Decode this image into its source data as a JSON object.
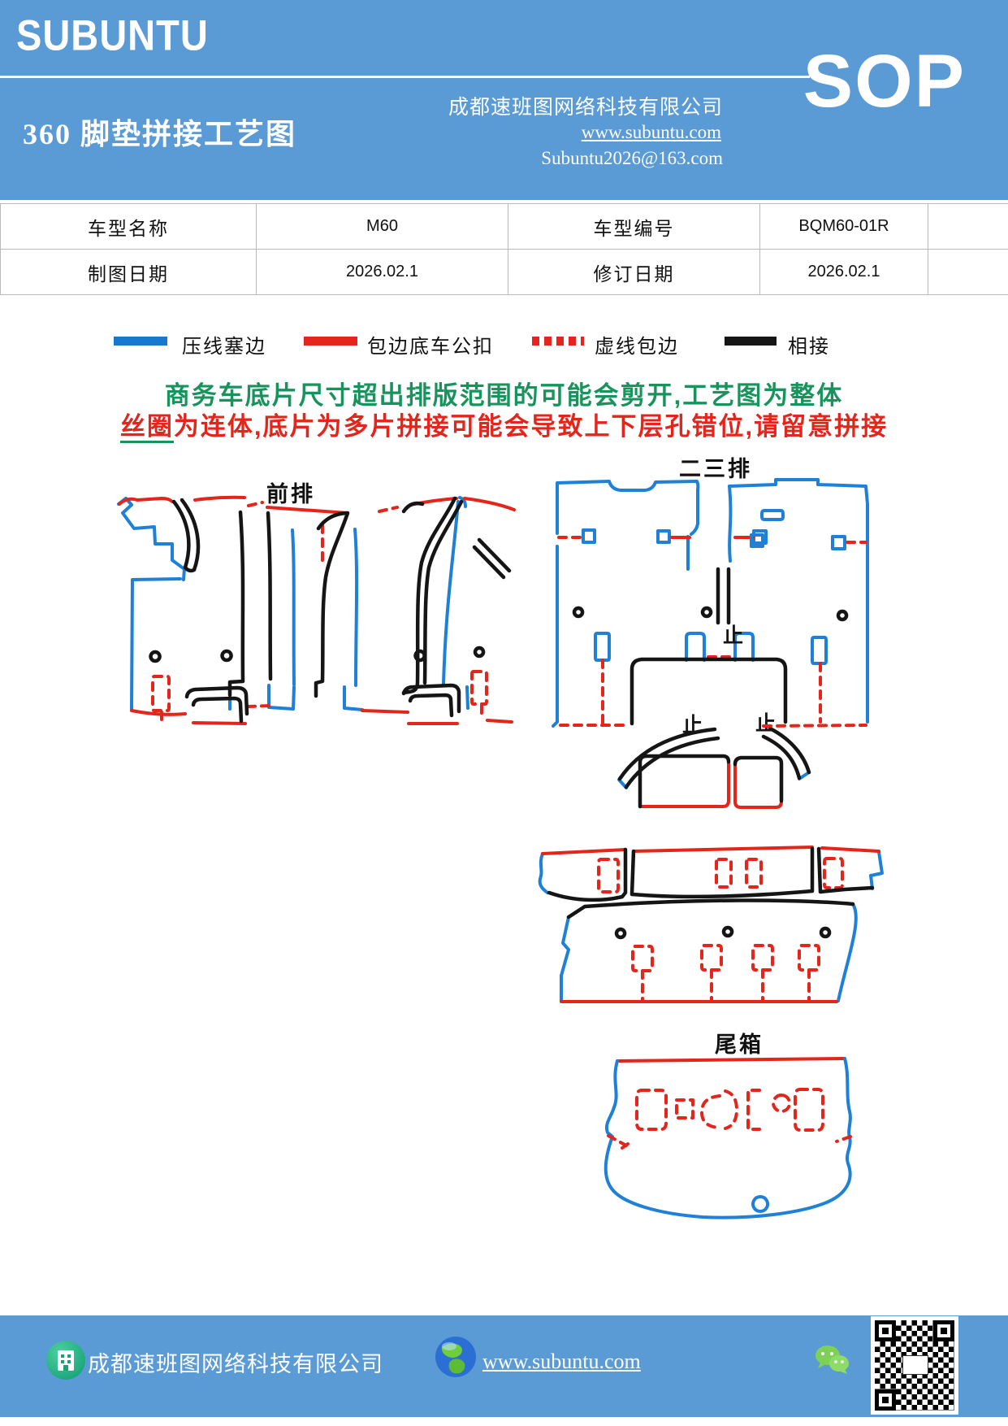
{
  "header": {
    "brand": "SUBUNTU",
    "company": "成都速班图网络科技有限公司",
    "sop": "SOP",
    "title": "360 脚垫拼接工艺图",
    "website": "www.subuntu.com",
    "email": "Subuntu2026@163.com",
    "bg": "#5B9BD5"
  },
  "info_table": {
    "rows": [
      [
        "车型名称",
        "M60",
        "车型编号",
        "BQM60-01R",
        ""
      ],
      [
        "制图日期",
        "2026.02.1",
        "修订日期",
        "2026.02.1",
        ""
      ]
    ]
  },
  "legend": {
    "items": [
      {
        "label": "压线塞边",
        "color": "#1778CC",
        "style": "solid"
      },
      {
        "label": "包边底车公扣",
        "color": "#E3251C",
        "style": "solid"
      },
      {
        "label": "虚线包边",
        "color": "#E3251C",
        "style": "dotted"
      },
      {
        "label": "相接",
        "color": "#151515",
        "style": "solid"
      }
    ]
  },
  "notice": {
    "line1": "商务车底片尺寸超出排版范围的可能会剪开,工艺图为整体",
    "line1_color": "#17935C",
    "line2_head": "丝圈",
    "line2_rest": "为连体,底片为多片拼接可能会导致上下层孔错位,请留意拼接",
    "line2_color": "#E3251C"
  },
  "diagram": {
    "labels": [
      {
        "text": "前排"
      },
      {
        "text": "二三排"
      },
      {
        "text": "尾箱"
      }
    ],
    "stop_mark": "止",
    "colors": {
      "blue": "#1E80D6",
      "red": "#E3251C",
      "black": "#151515"
    }
  },
  "footer": {
    "company": "成都速班图网络科技有限公司",
    "website": "www.subuntu.com",
    "bg": "#5B9BD5"
  }
}
